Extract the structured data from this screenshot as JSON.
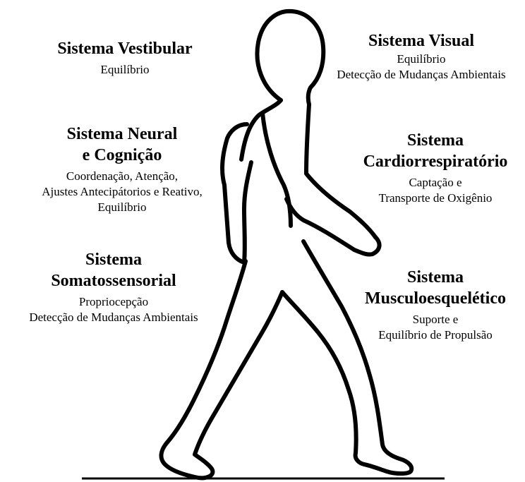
{
  "colors": {
    "ink": "#000000",
    "background": "#ffffff"
  },
  "systems": {
    "vestibular": {
      "title": "Sistema Vestibular",
      "desc": [
        "Equilíbrio"
      ]
    },
    "visual": {
      "title": "Sistema Visual",
      "desc": [
        "Equilíbrio",
        "Detecção de Mudanças Ambientais"
      ]
    },
    "neural": {
      "title_lines": [
        "Sistema Neural",
        "e Cognição"
      ],
      "desc": [
        "Coordenação, Atenção,",
        "Ajustes Antecipátorios e Reativo,",
        "Equilíbrio"
      ]
    },
    "cardio": {
      "title_lines": [
        "Sistema",
        "Cardiorrespiratório"
      ],
      "desc": [
        "Captação e",
        "Transporte de Oxigênio"
      ]
    },
    "somato": {
      "title_lines": [
        "Sistema",
        "Somatossensorial"
      ],
      "desc": [
        "Propriocepção",
        "Detecção de Mudanças Ambientais"
      ]
    },
    "musculo": {
      "title_lines": [
        "Sistema",
        "Musculoesquelético"
      ],
      "desc": [
        "Suporte e",
        "Equilíbrio de Propulsão"
      ]
    }
  }
}
